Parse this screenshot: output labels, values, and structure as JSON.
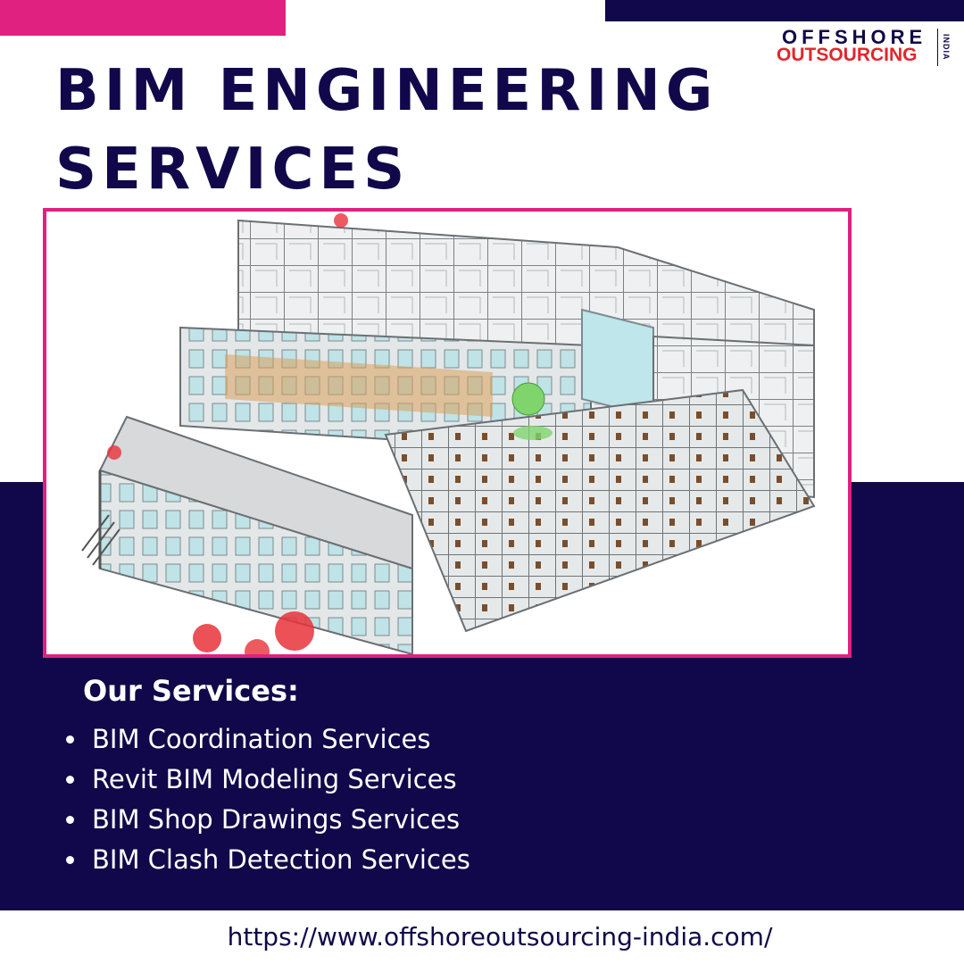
{
  "logo": {
    "line1": "OFFSHORE",
    "line2": "OUTSOURCING",
    "side_text": "INDIA"
  },
  "headline": {
    "line1": "BIM ENGINEERING",
    "line2": "SERVICES"
  },
  "image": {
    "icon": "bim-building-model-image"
  },
  "services": {
    "heading": "Our Services:",
    "items": [
      "BIM Coordination Services",
      "Revit BIM Modeling Services",
      "BIM Shop Drawings Services",
      "BIM Clash Detection Services"
    ]
  },
  "footer": {
    "url": "https://www.offshoreoutsourcing-india.com/"
  },
  "colors": {
    "navy": "#10084a",
    "pink": "#e0217f",
    "logo_red": "#e1262c",
    "white": "#ffffff"
  }
}
